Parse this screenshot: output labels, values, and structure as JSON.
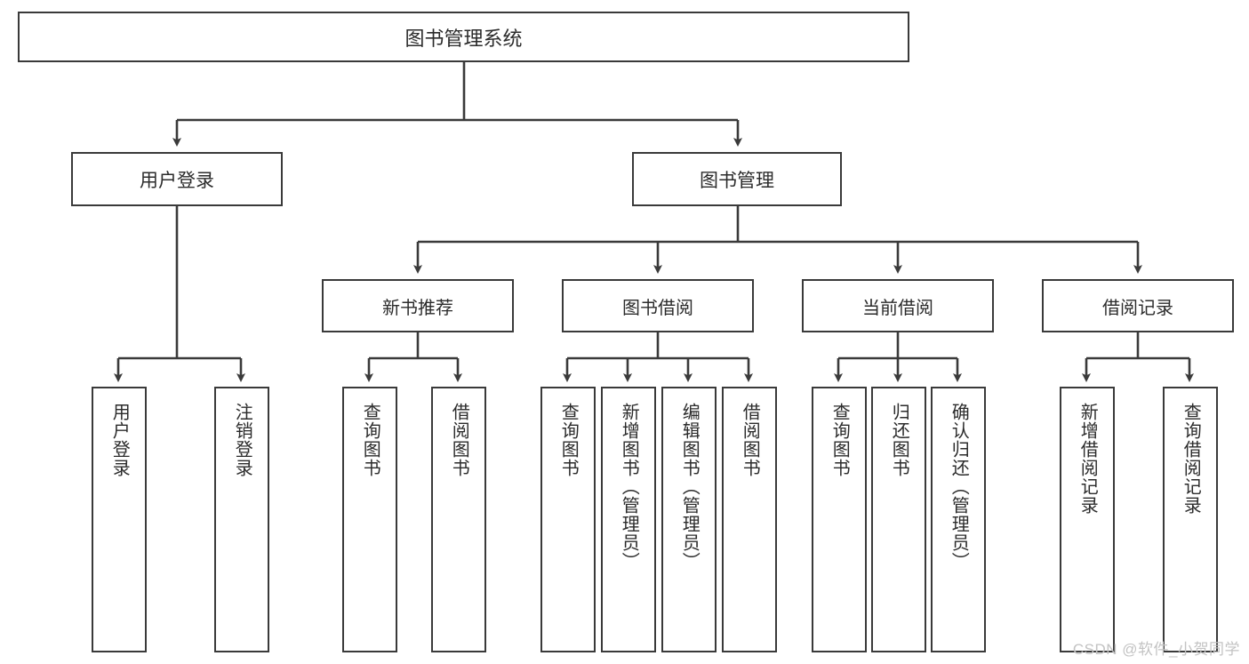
{
  "diagram": {
    "title": "图书管理系统",
    "style": {
      "box_border_color": "#3a3a3a",
      "box_fill_color": "#ffffff",
      "text_color": "#2b2b2b",
      "connector_color": "#3a3a3a",
      "background_color": "#ffffff"
    },
    "root": {
      "label": "图书管理系统"
    },
    "level2": [
      {
        "label": "用户登录"
      },
      {
        "label": "图书管理"
      }
    ],
    "level3": [
      {
        "label": "新书推荐"
      },
      {
        "label": "图书借阅"
      },
      {
        "label": "当前借阅"
      },
      {
        "label": "借阅记录"
      }
    ],
    "leaves": {
      "user_login": [
        {
          "label": "用户登录"
        },
        {
          "label": "注销登录"
        }
      ],
      "new_book_recommend": [
        {
          "label": "查询图书"
        },
        {
          "label": "借阅图书"
        }
      ],
      "book_borrow": [
        {
          "label": "查询图书"
        },
        {
          "label": "新增图书（管理员）"
        },
        {
          "label": "编辑图书（管理员）"
        },
        {
          "label": "借阅图书"
        }
      ],
      "current_borrow": [
        {
          "label": "查询图书"
        },
        {
          "label": "归还图书"
        },
        {
          "label": "确认归还（管理员）"
        }
      ],
      "borrow_record": [
        {
          "label": "新增借阅记录"
        },
        {
          "label": "查询借阅记录"
        }
      ]
    }
  },
  "watermark": {
    "text": "CSDN @软件_小贺同学"
  }
}
